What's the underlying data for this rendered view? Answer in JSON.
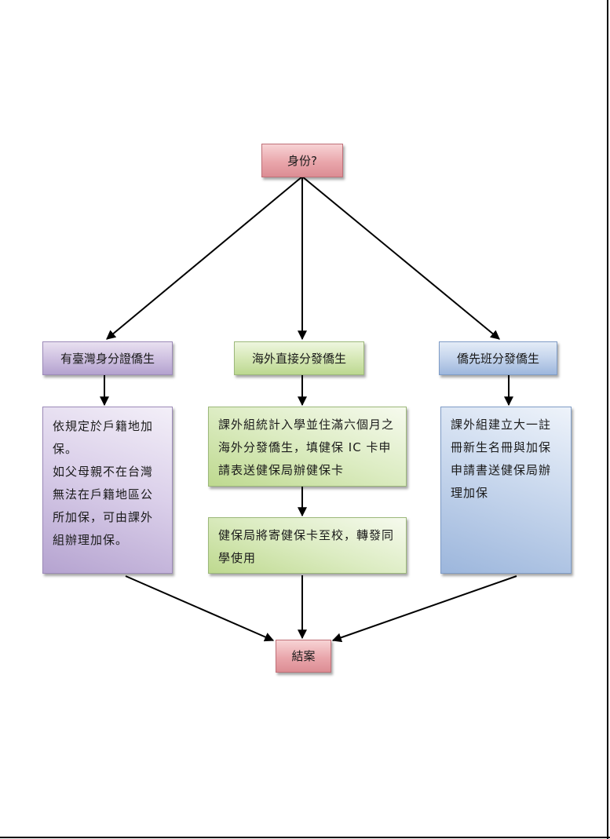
{
  "start": {
    "label": "身份?"
  },
  "branches": [
    {
      "head": "有臺灣身分證僑生",
      "body": [
        "依規定於戶籍地加保。",
        "如父母親不在台灣無法在戶籍地區公所加保，可由課外組辦理加保。"
      ]
    },
    {
      "head": "海外直接分發僑生",
      "step1": "課外組統計入學並住滿六個月之海外分發僑生，填健保 IC 卡申請表送健保局辦健保卡",
      "step2": "健保局將寄健保卡至校，轉發同學使用"
    },
    {
      "head": "僑先班分發僑生",
      "body": "課外組建立大一註冊新生名冊與加保申請書送健保局辦理加保"
    }
  ],
  "end": {
    "label": "結案"
  }
}
